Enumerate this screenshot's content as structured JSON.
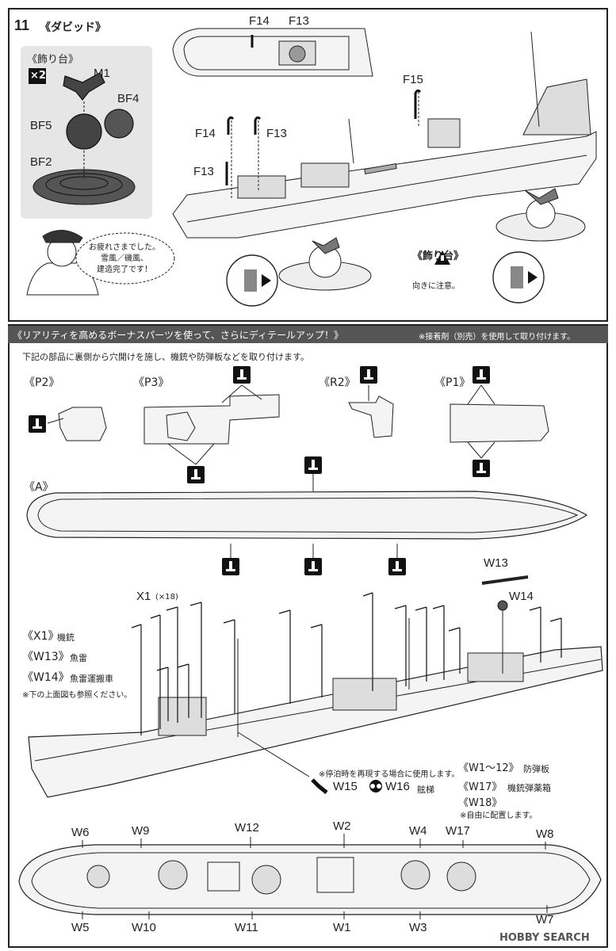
{
  "step": {
    "number": "11",
    "title": "《ダビッド》"
  },
  "stand_box": {
    "title": "《飾り台》",
    "multiplier": "×2",
    "parts": [
      "M1",
      "BF4",
      "BF5",
      "BF2"
    ]
  },
  "top_parts": [
    "F14",
    "F13",
    "F15",
    "F14",
    "F13",
    "F13"
  ],
  "speech": "お疲れさまでした。\n雪風／磯風、\n建造完了です！",
  "stand_label": "《飾り台》",
  "stand_note": "向きに注意。",
  "bonus": {
    "header": "《リアリティを高めるボーナスパーツを使って、さらにディテールアップ！》",
    "header_note": "※接着剤（別売）を使用して取り付けます。",
    "intro": "下記の部品に裏側から穴開けを施し、機銃や防弾板などを取り付けます。"
  },
  "part_groups": [
    "《P2》",
    "《P3》",
    "《R2》",
    "《P1》",
    "《A》"
  ],
  "assembly": {
    "x1_label": "X1",
    "x1_count": "(×18)",
    "w13": "W13",
    "w14": "W14",
    "legend": [
      {
        "code": "《X1》",
        "name": "機銃"
      },
      {
        "code": "《W13》",
        "name": "魚雷"
      },
      {
        "code": "《W14》",
        "name": "魚雷運搬車"
      }
    ],
    "legend_note": "※下の上面図も参照ください。",
    "mooring_note": "※停泊時を再現する場合に使用します。",
    "w15": "W15",
    "w16": "W16",
    "w16_name": "舷梯",
    "right_legend": [
      {
        "code": "《W1～12》",
        "name": "防弾板"
      },
      {
        "code": "《W17》",
        "name": "機銃弾薬箱"
      },
      {
        "code": "《W18》",
        "name": ""
      }
    ],
    "right_note": "※自由に配置します。"
  },
  "plan_labels_top": [
    "W6",
    "W9",
    "W12",
    "W2",
    "W4",
    "W17",
    "W8"
  ],
  "plan_labels_bottom": [
    "W5",
    "W10",
    "W11",
    "W1",
    "W3",
    "W7"
  ],
  "watermark": "HOBBY SEARCH",
  "colors": {
    "ink": "#222222",
    "bar": "#555555",
    "hull": "#f4f4f4",
    "bg": "#ffffff"
  }
}
